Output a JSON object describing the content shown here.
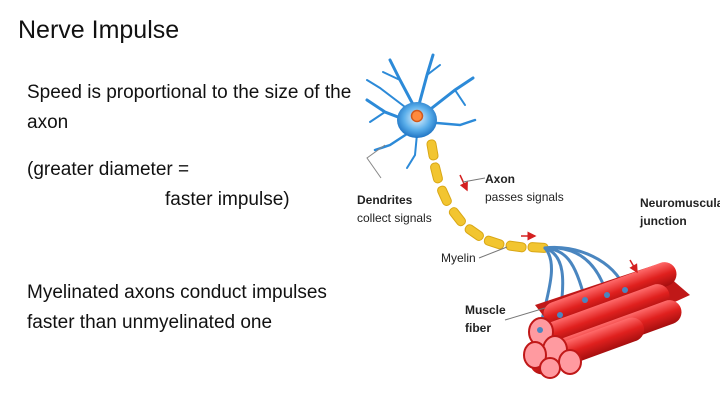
{
  "slide": {
    "title": "Nerve Impulse",
    "para1": "Speed is proportional to the size of the axon",
    "para2_line1": "(greater diameter =",
    "para2_line2": "faster impulse)",
    "para3": "Myelinated axons conduct impulses faster than unmyelinated one"
  },
  "figure": {
    "dendrites": "Dendrites",
    "dendrites_sub": "collect signals",
    "axon": "Axon",
    "axon_sub": "passes signals",
    "nmj": "Neuromuscular",
    "nmj_sub": "junction",
    "myelin": "Myelin",
    "muscle": "Muscle",
    "muscle_sub": "fiber"
  }
}
